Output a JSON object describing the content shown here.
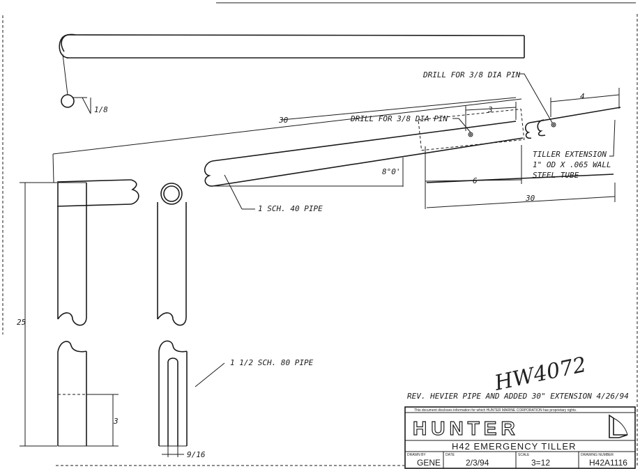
{
  "labels": {
    "weld": "1/8",
    "dim_30_top": "30",
    "drill_pin_1": "DRILL FOR 3/8 DIA PIN",
    "drill_pin_2": "DRILL FOR 3/8 DIA PIN",
    "dim_3": "3",
    "dim_4": "4",
    "angle": "8°0'",
    "tiller_ext_1": "TILLER EXTENSION",
    "tiller_ext_2": "1\" OD X .065 WALL",
    "tiller_ext_3": "STEEL TUBE",
    "dim_6": "6",
    "dim_30_bottom": "30",
    "pipe_1": "1 SCH. 40 PIPE",
    "dim_25": "25",
    "pipe_2": "1 1/2 SCH. 80 PIPE",
    "dim_3_bottom": "3",
    "dim_916": "9/16",
    "handwritten": "HW4072",
    "revision": "REV. HEVIER PIPE AND ADDED 30\" EXTENSION 4/26/94"
  },
  "title_block": {
    "notice": "This document discloses information for which HUNTER MARINE CORPORATION has proprietary rights.",
    "logo": "HUNTER",
    "title": "H42 EMERGENCY TILLER",
    "drawn_by_caption": "DRAWN BY",
    "drawn_by": "GENE",
    "date_caption": "DATE",
    "date": "2/3/94",
    "scale_caption": "SCALE",
    "scale": "3=12",
    "drawing_number_caption": "DRAWING NUMBER",
    "drawing_number": "H42A1116"
  }
}
